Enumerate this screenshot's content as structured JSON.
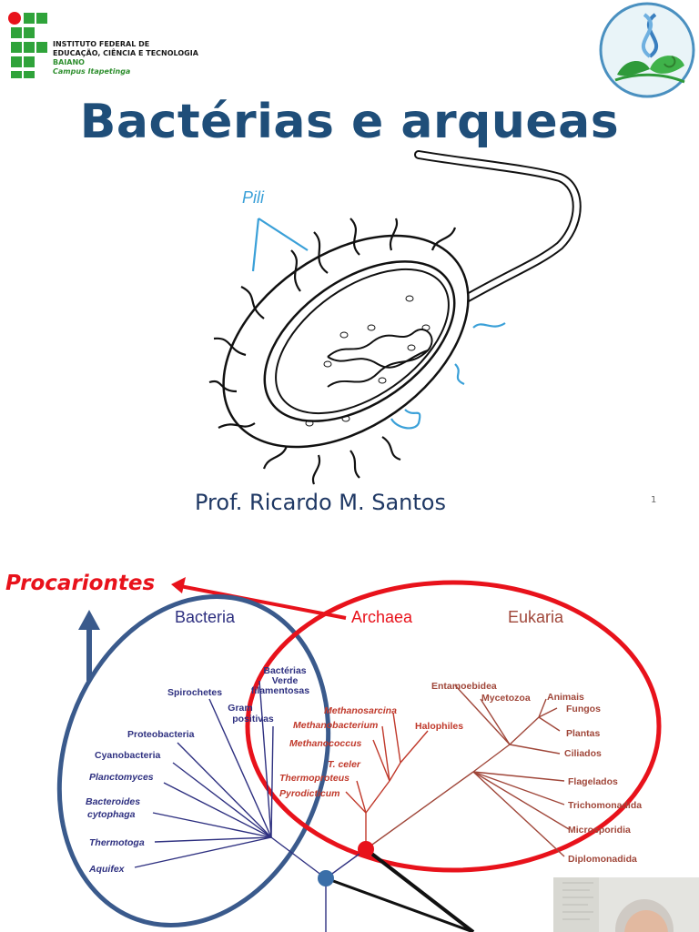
{
  "slide1": {
    "logo": {
      "line1": "INSTITUTO FEDERAL DE",
      "line2": "EDUCAÇÃO, CIÊNCIA E TECNOLOGIA",
      "line3": "BAIANO",
      "line4": "Campus Itapetinga"
    },
    "title": "Bactérias e arqueas",
    "diagram_label": "Pili",
    "author": "Prof. Ricardo M. Santos",
    "slide_number": "1"
  },
  "slide2": {
    "heading": "Procariontes",
    "domains": {
      "bacteria": "Bacteria",
      "archaea": "Archaea",
      "eukaria": "Eukaria"
    },
    "bacteria_taxa": [
      "Spirochetes",
      "Proteobacteria",
      "Cyanobacteria",
      "Planctomyces",
      "Bacteroides",
      "cytophaga",
      "Thermotoga",
      "Aquifex"
    ],
    "shared_taxa": [
      "Bactérias",
      "Verde",
      "filamentosas",
      "Gram",
      "positivas"
    ],
    "archaea_taxa": [
      "Methanosarcina",
      "Methanobacterium",
      "Methanococcus",
      "T. celer",
      "Thermoproteus",
      "Pyrodicticum",
      "Halophiles"
    ],
    "eukaria_taxa": [
      "Entamoebidea",
      "Mycetozoa",
      "Animais",
      "Fungos",
      "Plantas",
      "Ciliados",
      "Flagelados",
      "Trichomonadida",
      "Microsporidia",
      "Diplomonadida"
    ],
    "colors": {
      "bacteria": "#3a5a8c",
      "archaea": "#e8121b",
      "tree_archaea": "#c0392b",
      "tree_eukaria": "#a0473a",
      "bacteria_text": "#2e3080"
    }
  }
}
